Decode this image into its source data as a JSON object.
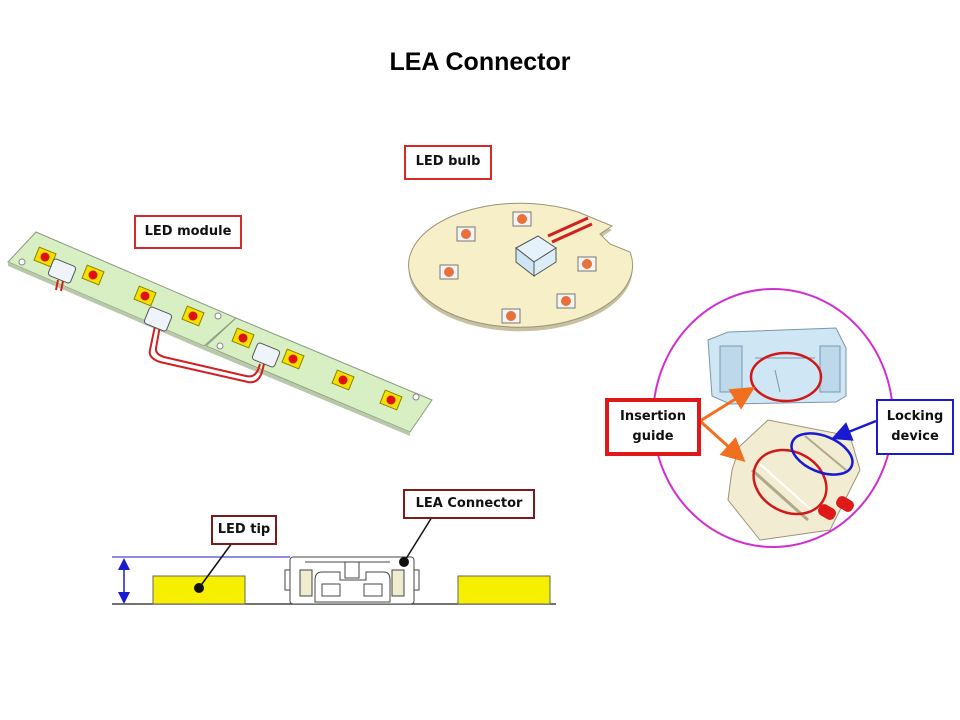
{
  "page": {
    "title": "LEA Connector"
  },
  "labels": {
    "led_module": "LED module",
    "led_bulb": "LED bulb",
    "insertion_guide_line1": "Insertion",
    "insertion_guide_line2": "guide",
    "locking_device_line1": "Locking",
    "locking_device_line2": "device",
    "led_tip": "LED tip",
    "lea_connector": "LEA Connector"
  },
  "colors": {
    "label_border_red": "#d42a2a",
    "label_border_maroon": "#7a1a1a",
    "label_border_blue": "#1a1ad0",
    "insertion_arrow": "#f07020",
    "locking_arrow": "#1a1ad0",
    "highlight_circle_red": "#d01818",
    "highlight_circle_blue": "#1a1ad0",
    "detail_circle_magenta": "#d030d0",
    "pcb_green": "#d8efc4",
    "bulb_board": "#f6efc8",
    "led_chip_yellow": "#f6e000",
    "led_dot_red": "#e01010",
    "wire_red": "#d02020",
    "connector_blue": "#dbeef8",
    "dimension_blue": "#1a1ad0"
  }
}
